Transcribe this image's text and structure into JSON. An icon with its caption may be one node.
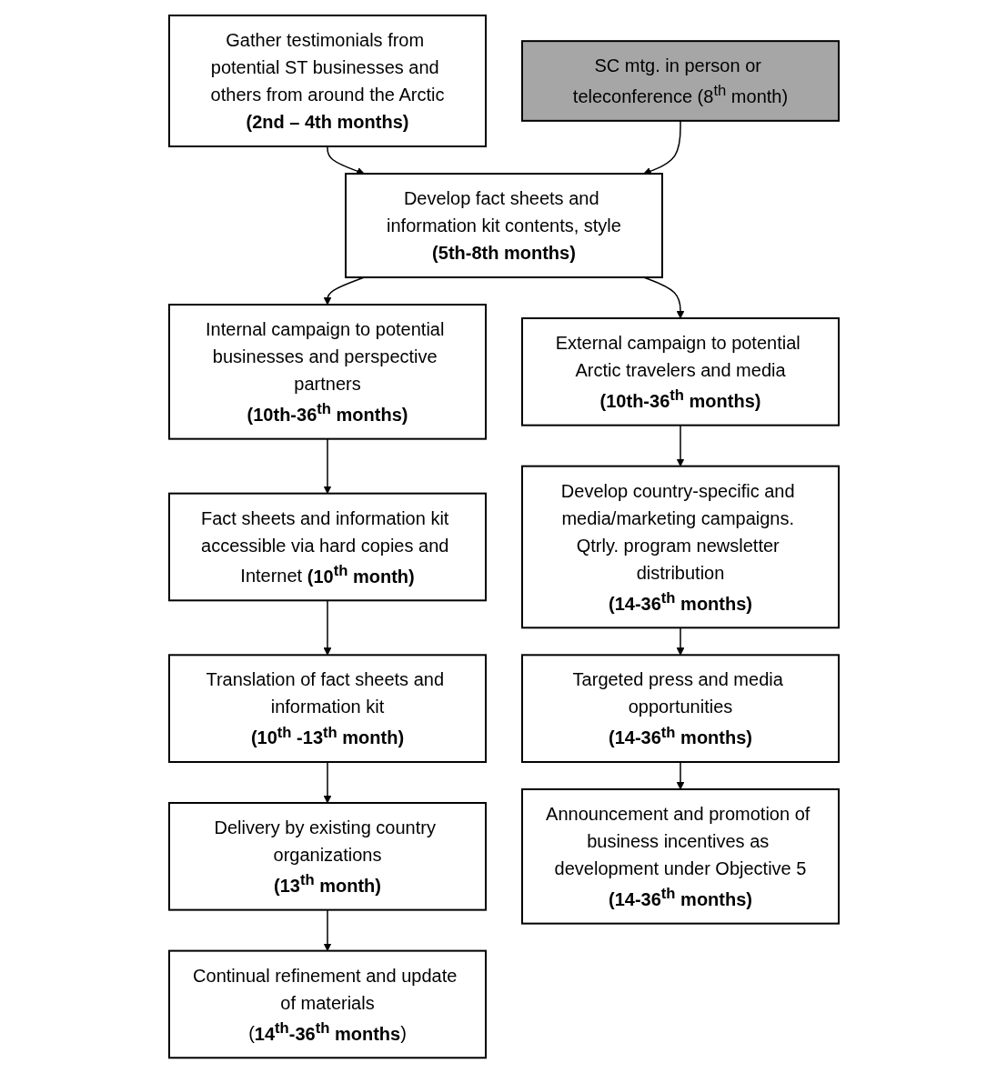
{
  "diagram": {
    "nodes": [
      {
        "text": [
          "Gather testimonials from potential ST businesses and others from around the Arctic",
          "**(2nd – 4th months)**"
        ]
      },
      {
        "text": [
          "Develop fact sheets and information kit contents, style",
          "**(5th-8th months)**"
        ]
      },
      {
        "text": [
          "SC mtg. in person or teleconference (8$^{th}$ month)"
        ]
      },
      {
        "text": [
          "Internal campaign to potential businesses and perspective partners",
          "**(10th-36$^{th}$ months)**"
        ]
      },
      {
        "text": [
          "External campaign to potential Arctic travelers and media",
          "**(10th-36$^{th}$ months)**"
        ]
      },
      {
        "text": [
          "Fact sheets and information kit accessible via hard copies and Internet **(10$^{th}$ month)**"
        ]
      },
      {
        "text": [
          "Develop country-specific and media/marketing campaigns. Qtrly. program newsletter distribution",
          "**(14-36$^{th}$ months)**"
        ]
      },
      {
        "text": [
          "Translation of fact sheets and information kit",
          "**(10$^{th}$ -13$^{th}$ month)**"
        ]
      },
      {
        "text": [
          "Targeted press and media opportunities",
          "**(14-36$^{th}$ months)**"
        ]
      },
      {
        "text": [
          "Delivery by existing country organizations",
          "**(13$^{th}$ month)**"
        ]
      },
      {
        "text": [
          "Announcement and promotion of business incentives as development under Objective 5",
          "**(14-36$^{th}$ months)**"
        ]
      },
      {
        "text": [
          "Continual refinement and update of materials",
          "(**14$^{th}$-36$^{th}$ months**)"
        ]
      }
    ],
    "edges": [
      {
        "from": 0,
        "to": 1,
        "arrow": "to"
      },
      {
        "from": 2,
        "to": 1,
        "arrow": "to"
      },
      {
        "from": 1,
        "to": 3,
        "arrow": "to"
      },
      {
        "from": 1,
        "to": 4,
        "arrow": "to"
      },
      {
        "from": 3,
        "to": 5,
        "arrow": "to"
      },
      {
        "from": 5,
        "to": 7,
        "arrow": "to"
      },
      {
        "from": 7,
        "to": 9,
        "arrow": "to"
      },
      {
        "from": 9,
        "to": 11,
        "arrow": "to"
      },
      {
        "from": 4,
        "to": 6,
        "arrow": "to"
      },
      {
        "from": 6,
        "to": 8,
        "arrow": "to"
      },
      {
        "from": 8,
        "to": 10,
        "arrow": "to"
      }
    ]
  }
}
